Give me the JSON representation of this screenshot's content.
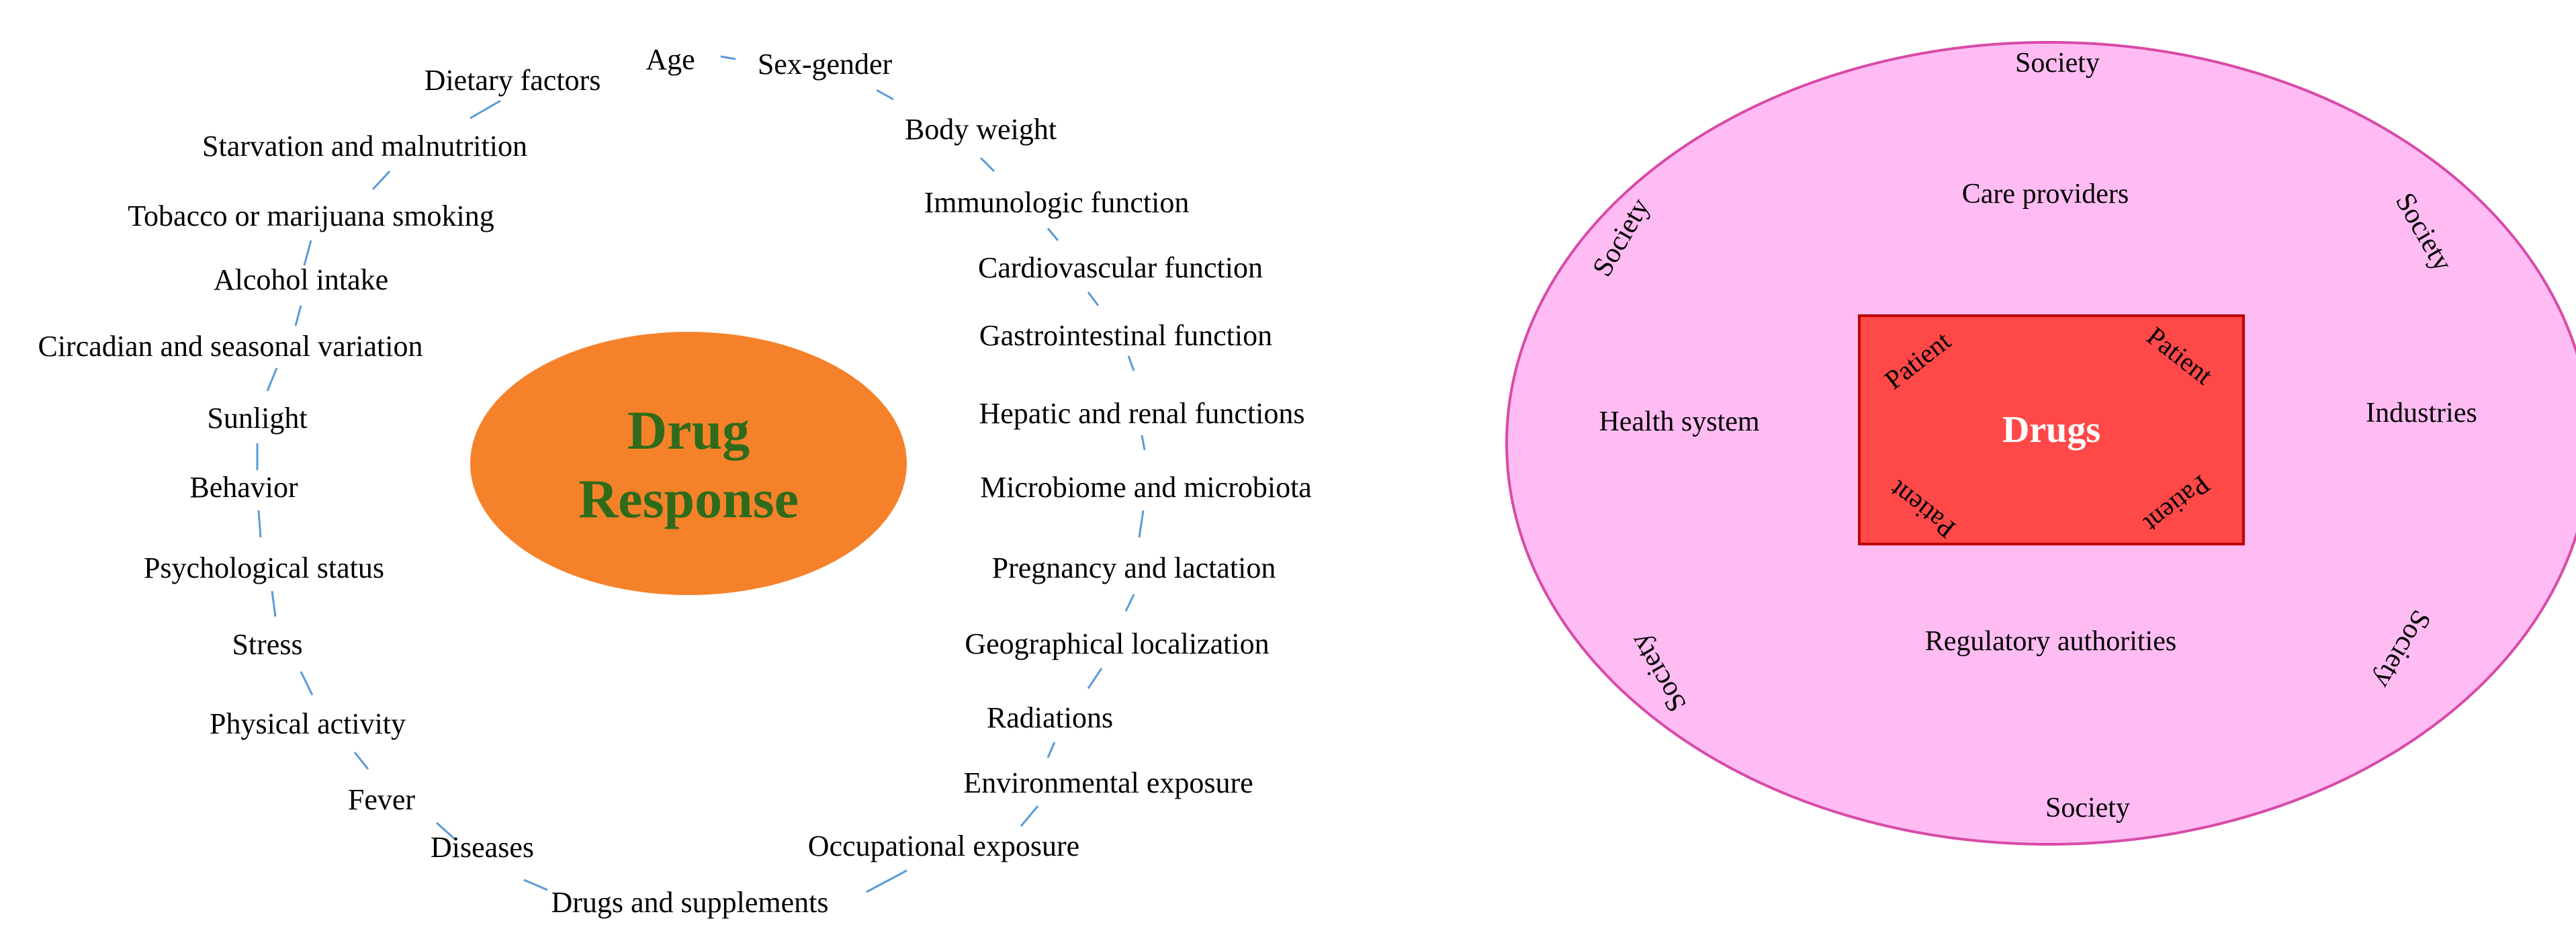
{
  "left_diagram": {
    "center": {
      "line1": "Drug",
      "line2": "Response"
    },
    "factors": [
      "Age",
      "Sex-gender",
      "Body weight",
      "Immunologic function",
      "Cardiovascular function",
      "Gastrointestinal function",
      "Hepatic and renal functions",
      "Microbiome and microbiota",
      "Pregnancy and lactation",
      "Geographical localization",
      "Radiations",
      "Environmental exposure",
      "Occupational exposure",
      "Drugs and supplements",
      "Diseases",
      "Fever",
      "Physical activity",
      "Stress",
      "Psychological status",
      "Behavior",
      "Sunlight",
      "Circadian and seasonal variation",
      "Alcohol intake",
      "Tobacco or marijuana smoking",
      "Starvation and malnutrition",
      "Dietary factors"
    ],
    "colors": {
      "ellipse": "#f5822a",
      "title": "#2f6b1a",
      "connector": "#5b9bd5"
    }
  },
  "right_diagram": {
    "center_label": "Drugs",
    "patient_label": "Patient",
    "ring": {
      "society_top": "Society",
      "society_top_left": "Society",
      "society_top_right": "Society",
      "society_bottom_left": "Society",
      "society_bottom_right": "Society",
      "society_bottom": "Society",
      "care_providers": "Care providers",
      "health_system": "Health system",
      "industries": "Industries",
      "regulatory_authorities": "Regulatory authorities"
    },
    "colors": {
      "outer": "#ffbcf2",
      "outer_stroke": "#d84aa8",
      "inner": "#ff4848",
      "inner_stroke": "#c00000"
    }
  }
}
